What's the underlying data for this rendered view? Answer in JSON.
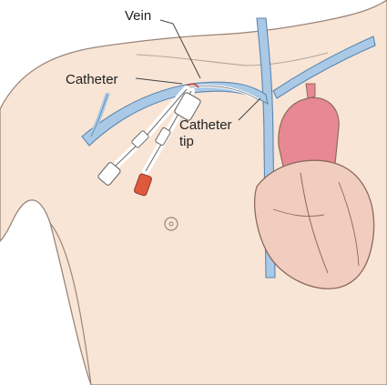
{
  "labels": {
    "vein": "Vein",
    "catheter": "Catheter",
    "catheter_tip_line1": "Catheter",
    "catheter_tip_line2": "tip"
  },
  "colors": {
    "skin": "#f8e5d6",
    "skin_outline": "#9a8679",
    "vein": "#a9c9e6",
    "vein_outline": "#5b86b0",
    "heart": "#f1cdbf",
    "heart_outline": "#8c6a5c",
    "aorta": "#e88895",
    "catheter_body": "#ffffff",
    "cap": "#e1593c"
  }
}
